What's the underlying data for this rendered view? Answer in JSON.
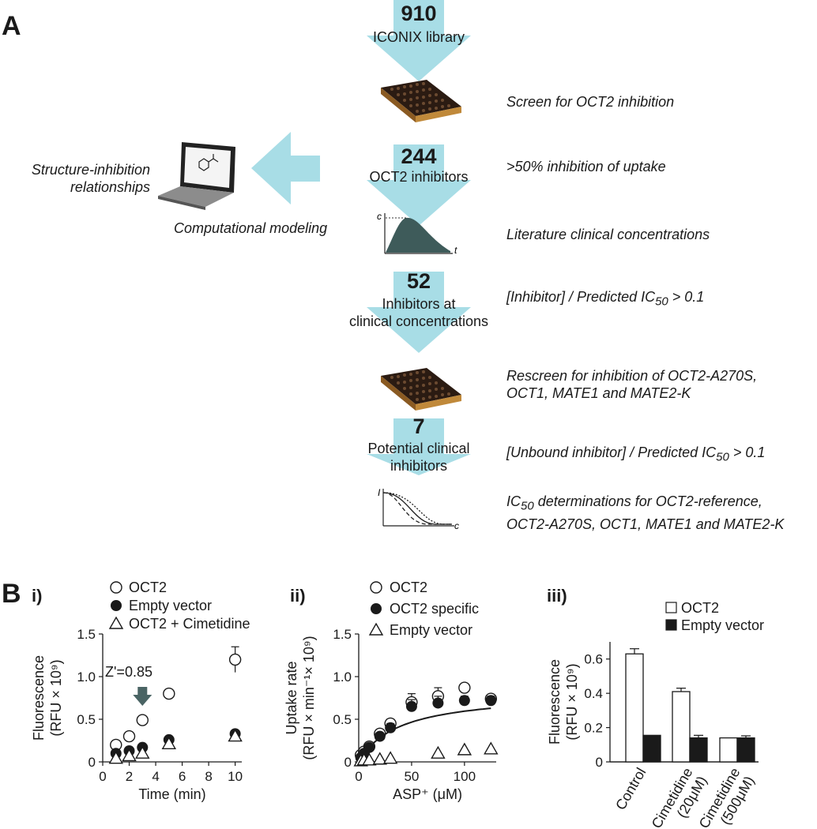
{
  "panel_a": {
    "letter": "A",
    "funnel": [
      {
        "number": "910",
        "label": [
          "ICONIX library"
        ]
      },
      {
        "number": "244",
        "label": [
          "OCT2 inhibitors"
        ]
      },
      {
        "number": "52",
        "label": [
          "Inhibitors at",
          "clinical concentrations"
        ]
      },
      {
        "number": "7",
        "label": [
          "Potential clinical",
          "inhibitors"
        ]
      }
    ],
    "steps": [
      {
        "html": "Screen for OCT2 inhibition"
      },
      {
        "html": "&gt;50% inhibition of uptake"
      },
      {
        "html": "Literature clinical concentrations"
      },
      {
        "html": "[Inhibitor] / Predicted IC<sub>50</sub> &gt; 0.1"
      },
      {
        "html": "Rescreen for inhibition of OCT2-A270S,<br>OCT1, MATE1 and MATE2-K"
      },
      {
        "html": "[Unbound inhibitor] / Predicted IC<sub>50</sub> &gt; 0.1"
      },
      {
        "html": "IC<sub>50</sub> determinations for OCT2-reference,<br>OCT2-A270S, OCT1, MATE1 and MATE2-K"
      }
    ],
    "side": {
      "structure_label": "Structure-inhibition relationships",
      "modeling_label": "Computational modeling"
    },
    "pk_axis": {
      "y": "c",
      "x": "t"
    },
    "ic50_axis": {
      "y": "I",
      "x": "c"
    },
    "colors": {
      "arrow": "#a8dde6",
      "curve_fill": "#3e5b5a",
      "plate": "#2b1b12",
      "plate_edge": "#9a6a2a",
      "gray_arrow": "#4a6464"
    }
  },
  "panel_b": {
    "letter": "B",
    "sub_i": "i)",
    "sub_ii": "ii)",
    "sub_iii": "iii)"
  },
  "chart_data": [
    {
      "type": "scatter",
      "id": "i",
      "xlabel": "Time (min)",
      "ylabel": [
        "Fluorescence",
        "(RFU × 10⁹)"
      ],
      "xlim": [
        0,
        10.5
      ],
      "ylim": [
        0,
        1.5
      ],
      "xticks": [
        0,
        2,
        4,
        6,
        8,
        10
      ],
      "yticks": [
        0,
        0.5,
        1.0,
        1.5
      ],
      "ytick_labels": [
        "0",
        "0.5",
        "1.0",
        "1.5"
      ],
      "annotation": "Z'=0.85",
      "annotation_x": 3,
      "series": [
        {
          "name": "OCT2",
          "marker": "open-circle",
          "x": [
            1,
            2,
            3,
            5,
            10
          ],
          "y": [
            0.2,
            0.3,
            0.49,
            0.8,
            1.2
          ],
          "err": [
            0,
            0,
            0,
            0,
            0.15
          ]
        },
        {
          "name": "Empty vector",
          "marker": "filled-circle",
          "x": [
            1,
            2,
            3,
            5,
            10
          ],
          "y": [
            0.1,
            0.13,
            0.17,
            0.26,
            0.33
          ],
          "err": [
            0,
            0,
            0,
            0,
            0
          ]
        },
        {
          "name": "OCT2 + Cimetidine",
          "marker": "open-triangle",
          "x": [
            1,
            2,
            3,
            5,
            10
          ],
          "y": [
            0.04,
            0.07,
            0.1,
            0.21,
            0.3
          ],
          "err": [
            0,
            0,
            0,
            0,
            0
          ]
        }
      ]
    },
    {
      "type": "scatter",
      "id": "ii",
      "xlabel": "ASP⁺ (μM)",
      "ylabel": [
        "Uptake rate",
        "(RFU × min⁻¹× 10⁹)"
      ],
      "xlim": [
        0,
        130
      ],
      "ylim": [
        0,
        1.5
      ],
      "xticks": [
        0,
        50,
        100
      ],
      "yticks": [
        0,
        0.5,
        1.0,
        1.5
      ],
      "ytick_labels": [
        "0",
        "0.5",
        "1.0",
        "1.5"
      ],
      "series": [
        {
          "name": "OCT2",
          "marker": "open-circle",
          "x": [
            2,
            5,
            10,
            20,
            30,
            50,
            75,
            100,
            125
          ],
          "y": [
            0.08,
            0.12,
            0.18,
            0.33,
            0.45,
            0.7,
            0.77,
            0.87,
            0.74
          ],
          "err": [
            0,
            0,
            0,
            0.05,
            0.05,
            0.1,
            0.1,
            0,
            0
          ]
        },
        {
          "name": "OCT2 specific",
          "marker": "filled-circle",
          "x": [
            2,
            5,
            10,
            20,
            30,
            50,
            75,
            100,
            125
          ],
          "y": [
            0.05,
            0.1,
            0.17,
            0.3,
            0.4,
            0.65,
            0.69,
            0.72,
            0.72
          ],
          "err": [
            0,
            0,
            0,
            0.04,
            0.05,
            0.08,
            0.08,
            0.05,
            0.05
          ]
        },
        {
          "name": "Empty vector",
          "marker": "open-triangle",
          "x": [
            2,
            5,
            10,
            20,
            30,
            75,
            100,
            125
          ],
          "y": [
            0.01,
            0.02,
            0.02,
            0.03,
            0.04,
            0.1,
            0.14,
            0.15
          ],
          "err": [
            0,
            0,
            0,
            0,
            0,
            0,
            0,
            0
          ]
        }
      ],
      "fit": {
        "vmax": 0.82,
        "km": 38
      }
    },
    {
      "type": "bar",
      "id": "iii",
      "ylabel": [
        "Fluorescence",
        "(RFU × 10⁹)"
      ],
      "ylim": [
        0,
        0.7
      ],
      "yticks": [
        0,
        0.2,
        0.4,
        0.6
      ],
      "ytick_labels": [
        "0",
        "0.2",
        "0.4",
        "0.6"
      ],
      "categories": [
        "Control",
        "+ Cimetidine (20μM)",
        "+ Cimetidine (500μM)"
      ],
      "category_lines": [
        [
          "Control"
        ],
        [
          "+ Cimetidine",
          "(20μM)"
        ],
        [
          "+ Cimetidine",
          "(500μM)"
        ]
      ],
      "series": [
        {
          "name": "OCT2",
          "fill": "open",
          "values": [
            0.63,
            0.41,
            0.14
          ],
          "err": [
            0.03,
            0.02,
            0
          ]
        },
        {
          "name": "Empty vector",
          "fill": "filled",
          "values": [
            0.155,
            0.14,
            0.14
          ],
          "err": [
            0,
            0.015,
            0.012
          ]
        }
      ]
    }
  ]
}
